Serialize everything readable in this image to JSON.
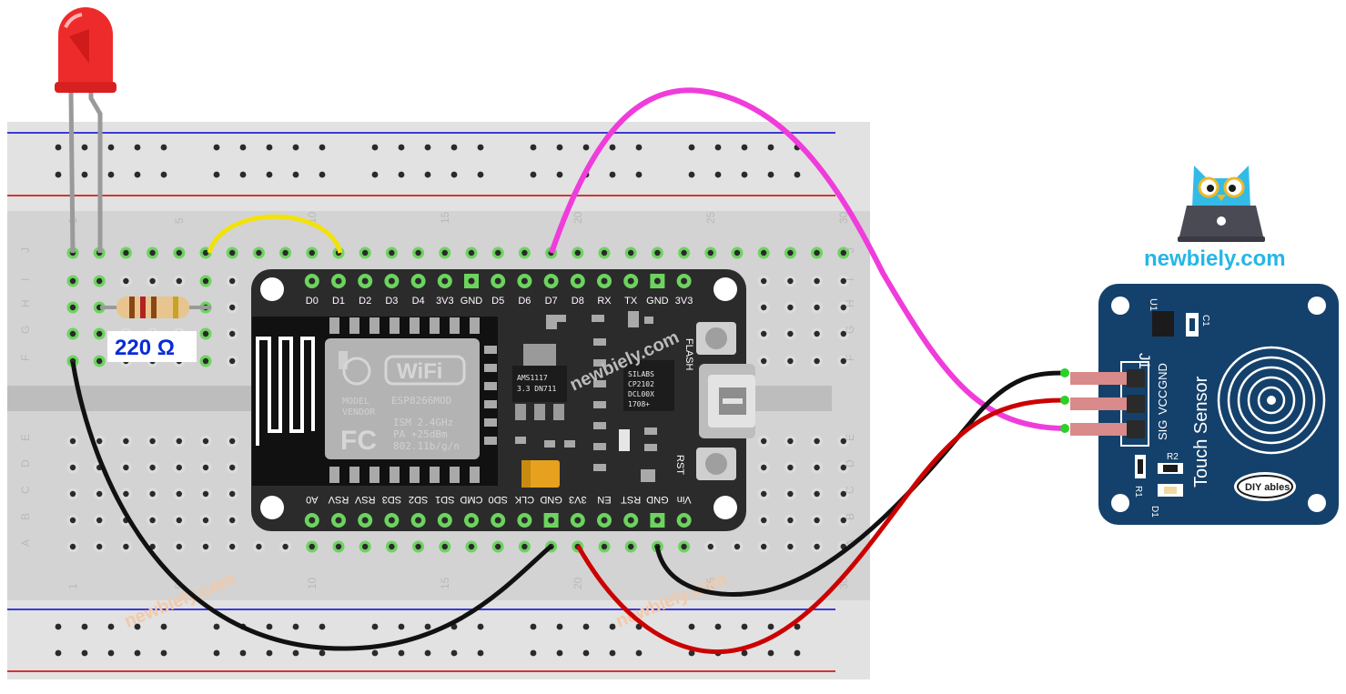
{
  "breadboard": {
    "column_numbers": [
      "1",
      "5",
      "10",
      "15",
      "20",
      "25",
      "30"
    ],
    "row_letters_top": [
      "J",
      "I",
      "H",
      "G",
      "F"
    ],
    "row_letters_bottom": [
      "E",
      "D",
      "C",
      "B",
      "A"
    ]
  },
  "resistor": {
    "label": "220 Ω"
  },
  "esp8266": {
    "top_pins": [
      "D0",
      "D1",
      "D2",
      "D3",
      "D4",
      "3V3",
      "GND",
      "D5",
      "D6",
      "D7",
      "D8",
      "RX",
      "TX",
      "GND",
      "3V3"
    ],
    "bottom_pins": [
      "A0",
      "RSV",
      "RSV",
      "SD3",
      "SD2",
      "SD1",
      "CMD",
      "SD0",
      "CLK",
      "GND",
      "3V3",
      "EN",
      "RST",
      "GND",
      "Vin"
    ],
    "wifi_logo": "WiFi",
    "module_lines": [
      "MODEL",
      "VENDOR",
      "ESP8266MOD",
      "ISM 2.4GHz",
      "PA  +25dBm",
      "802.11b/g/n"
    ],
    "fc_logo": "FC",
    "regulator": [
      "AMS1117",
      "3.3  DN711"
    ],
    "usb_chip": [
      "SILABS",
      "CP2102",
      "DCL00X",
      "1708+"
    ],
    "flash_label": "FLASH",
    "rst_label": "RST"
  },
  "touch_sensor": {
    "pins": [
      "SIG",
      "VCC",
      "GND"
    ],
    "title": "Touch Sensor",
    "labels": [
      "J1",
      "U1",
      "C1",
      "R1",
      "R2",
      "D1"
    ],
    "logo": "DIY ables"
  },
  "brand": {
    "site": "newbiely.com"
  },
  "watermark": "newbiely.com",
  "colors": {
    "wire_magenta": "#f03cdb",
    "wire_black": "#111111",
    "wire_red": "#cc0000",
    "wire_yellow": "#f2e20c",
    "pcb_black": "#2b2b2b",
    "sensor_blue": "#14416b",
    "led_red": "#ee2b2b"
  }
}
